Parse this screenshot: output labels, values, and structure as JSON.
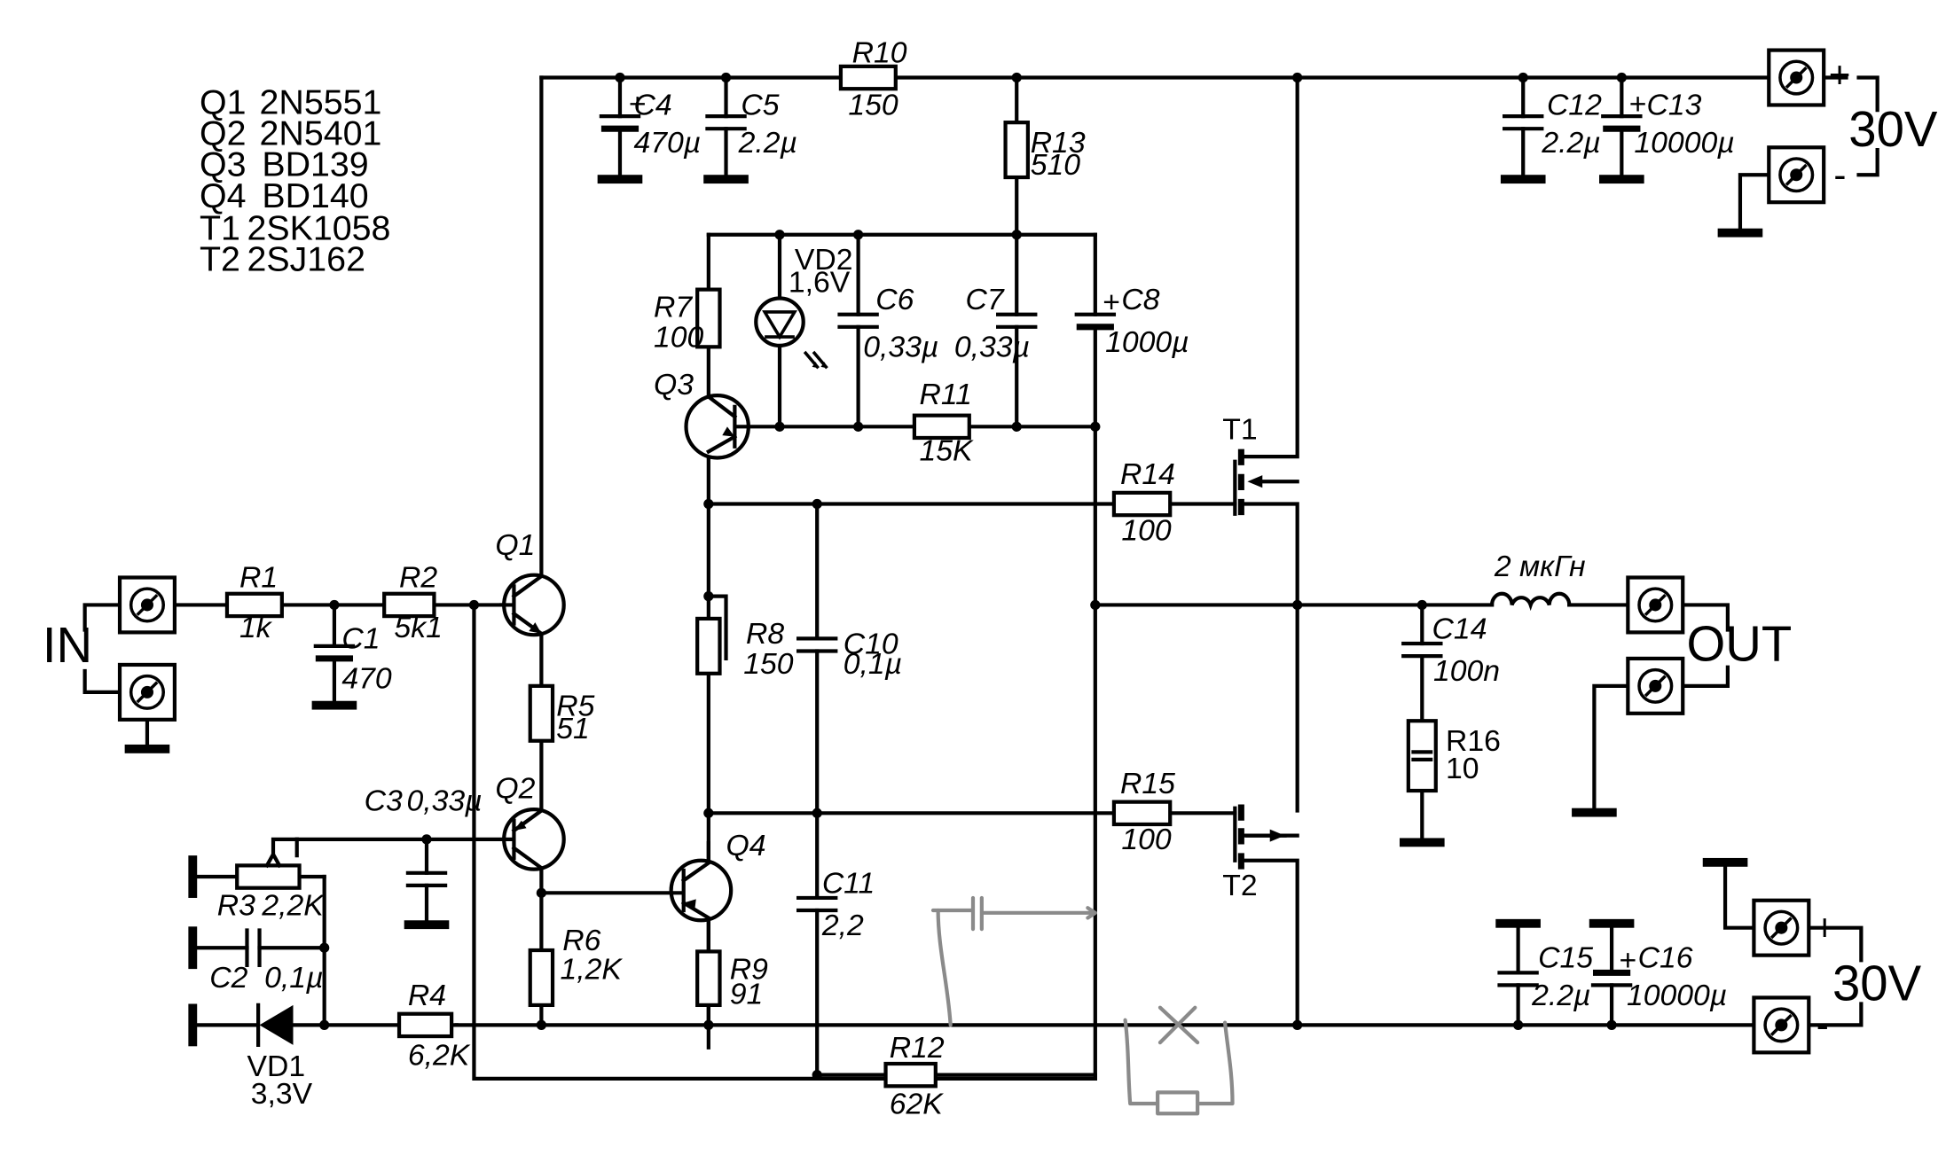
{
  "bom": [
    {
      "ref": "Q1",
      "part": "2N5551"
    },
    {
      "ref": "Q2",
      "part": "2N5401"
    },
    {
      "ref": "Q3",
      "part": "BD139"
    },
    {
      "ref": "Q4",
      "part": "BD140"
    },
    {
      "ref": "T1",
      "part": "2SK1058"
    },
    {
      "ref": "T2",
      "part": "2SJ162"
    }
  ],
  "connectors": {
    "input": "IN",
    "output": "OUT",
    "supply_top": "30V",
    "supply_bottom": "30V",
    "plus": "+",
    "minus": "-"
  },
  "components": {
    "R1": {
      "ref": "R1",
      "value": "1k"
    },
    "R2": {
      "ref": "R2",
      "value": "5k1"
    },
    "R3": {
      "ref": "R3",
      "value": "2,2K"
    },
    "R4": {
      "ref": "R4",
      "value": "6,2K"
    },
    "R5": {
      "ref": "R5",
      "value": "51"
    },
    "R6": {
      "ref": "R6",
      "value": "1,2K"
    },
    "R7": {
      "ref": "R7",
      "value": "100"
    },
    "R8": {
      "ref": "R8",
      "value": "150"
    },
    "R9": {
      "ref": "R9",
      "value": "91"
    },
    "R10": {
      "ref": "R10",
      "value": "150"
    },
    "R11": {
      "ref": "R11",
      "value": "15K"
    },
    "R12": {
      "ref": "R12",
      "value": "62K"
    },
    "R13": {
      "ref": "R13",
      "value": "510"
    },
    "R14": {
      "ref": "R14",
      "value": "100"
    },
    "R15": {
      "ref": "R15",
      "value": "100"
    },
    "R16": {
      "ref": "R16",
      "value": "10"
    },
    "C1": {
      "ref": "C1",
      "value": "470"
    },
    "C2": {
      "ref": "C2",
      "value": "0,1µ"
    },
    "C3": {
      "ref": "C3",
      "value": "0,33µ"
    },
    "C4": {
      "ref": "C4",
      "value": "470µ"
    },
    "C5": {
      "ref": "C5",
      "value": "2.2µ"
    },
    "C6": {
      "ref": "C6",
      "value": "0,33µ"
    },
    "C7": {
      "ref": "C7",
      "value": "0,33µ"
    },
    "C8": {
      "ref": "C8",
      "value": "1000µ"
    },
    "C10": {
      "ref": "C10",
      "value": "0,1µ"
    },
    "C11": {
      "ref": "C11",
      "value": "2,2"
    },
    "C12": {
      "ref": "C12",
      "value": "2.2µ"
    },
    "C13": {
      "ref": "C13",
      "value": "10000µ"
    },
    "C14": {
      "ref": "C14",
      "value": "100n"
    },
    "C15": {
      "ref": "C15",
      "value": "2.2µ"
    },
    "C16": {
      "ref": "C16",
      "value": "10000µ"
    },
    "VD1": {
      "ref": "VD1",
      "value": "3,3V"
    },
    "VD2": {
      "ref": "VD2",
      "value": "1,6V"
    },
    "L1": {
      "value": "2 мкГн"
    },
    "Q1": {
      "ref": "Q1"
    },
    "Q2": {
      "ref": "Q2"
    },
    "Q3": {
      "ref": "Q3"
    },
    "Q4": {
      "ref": "Q4"
    },
    "T1": {
      "ref": "T1"
    },
    "T2": {
      "ref": "T2"
    }
  }
}
